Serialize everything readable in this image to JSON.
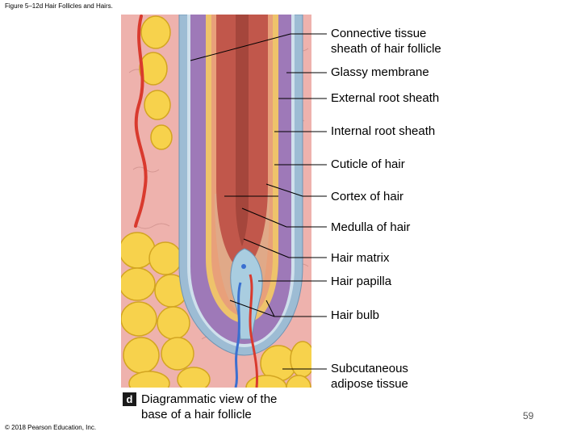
{
  "figure_title": "Figure 5–12d Hair Follicles and Hairs.",
  "labels": {
    "ct_line1": "Connective tissue",
    "ct_line2": "sheath of hair follicle",
    "glassy": "Glassy membrane",
    "external": "External root sheath",
    "internal": "Internal root sheath",
    "cuticle": "Cuticle of hair",
    "cortex": "Cortex of hair",
    "medulla": "Medulla of hair",
    "matrix": "Hair matrix",
    "papilla": "Hair papilla",
    "bulb": "Hair bulb",
    "adipose_line1": "Subcutaneous",
    "adipose_line2": "adipose tissue"
  },
  "caption": {
    "tag": "d",
    "line1": "Diagrammatic view of the",
    "line2": "base of a hair follicle"
  },
  "copyright": "© 2018 Pearson Education, Inc.",
  "page_number": "59",
  "colors": {
    "dermis": "#eeb2ad",
    "fat": "#f7d24c",
    "connective_sheath": "#9dbcd4",
    "external_sheath": "#9e79b8",
    "internal_sheath": "#eec36b",
    "hair_cortex": "#c1574b",
    "matrix": "#e0a988",
    "papilla": "#a9cde0",
    "blood_vessel": "#d93a2e"
  }
}
